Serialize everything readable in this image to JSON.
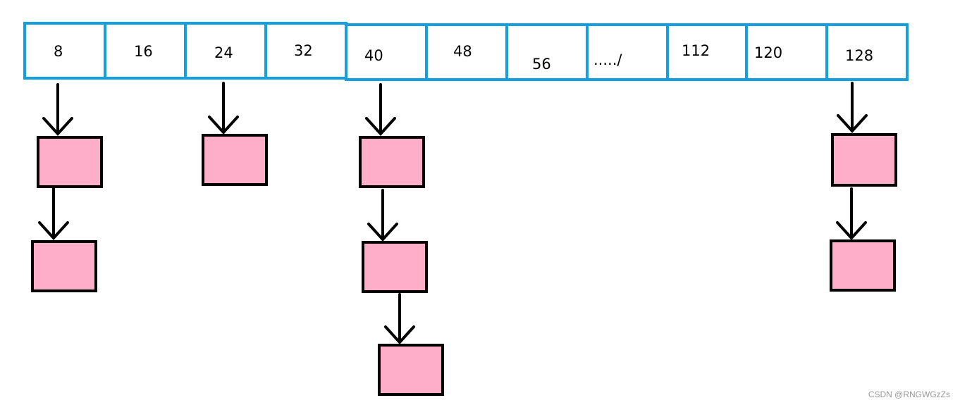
{
  "colors": {
    "cell_border": "#14a0e0",
    "node_fill": "#ffaec9",
    "node_border": "#000000",
    "arrow": "#000000"
  },
  "array": {
    "cells": [
      "8",
      "16",
      "24",
      "32",
      "40",
      "48",
      "56",
      "...../",
      "112",
      "120",
      "128"
    ]
  },
  "chains": [
    {
      "cell_label": "8",
      "node_count": 2
    },
    {
      "cell_label": "24",
      "node_count": 1
    },
    {
      "cell_label": "40",
      "node_count": 3
    },
    {
      "cell_label": "128",
      "node_count": 2
    }
  ],
  "watermark": "CSDN @RNGWGzZs"
}
